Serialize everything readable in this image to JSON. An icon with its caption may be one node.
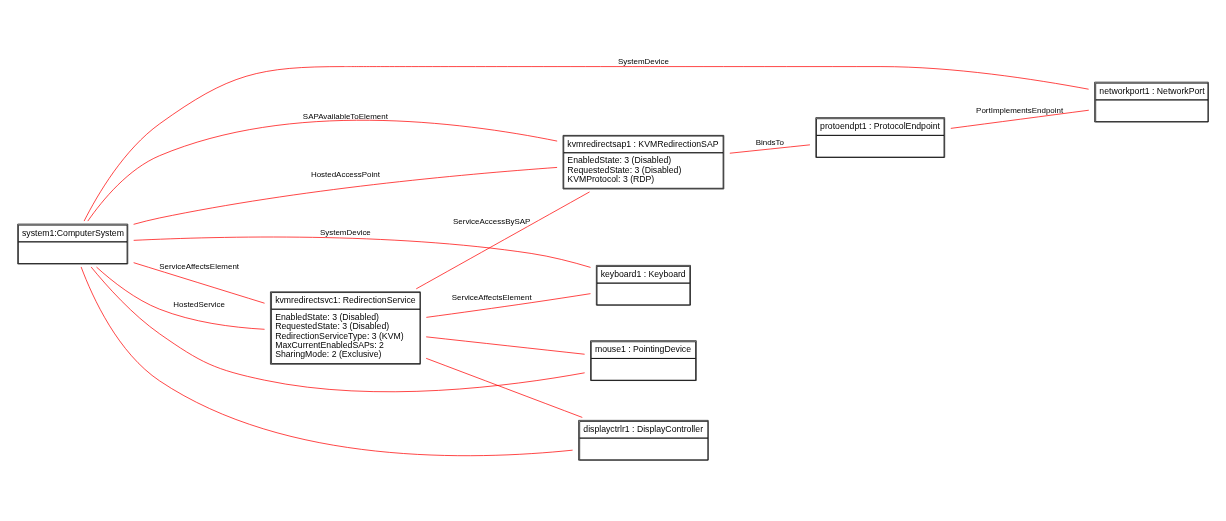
{
  "diagram": {
    "nodes": [
      {
        "text": [
          "system1:ComputerSystem"
        ]
      },
      {
        "text": [
          "kvmredirectsvc1: RedirectionService",
          "EnabledState: 3 (Disabled)",
          "RequestedState: 3 (Disabled)",
          "RedirectionServiceType: 3 (KVM)",
          "MaxCurrentEnabledSAPs: 2",
          "SharingMode: 2 (Exclusive)"
        ]
      },
      {
        "text": [
          "kvmredirectsap1 : KVMRedirectionSAP",
          "EnabledState: 3 (Disabled)",
          "RequestedState: 3 (Disabled)",
          "KVMProtocol: 3 (RDP)"
        ]
      },
      {
        "text": [
          "keyboard1 : Keyboard"
        ]
      },
      {
        "text": [
          "mouse1 : PointingDevice"
        ]
      },
      {
        "text": [
          "displayctrlr1 : DisplayController"
        ]
      },
      {
        "text": [
          "protoendpt1 : ProtocolEndpoint"
        ]
      },
      {
        "text": [
          "networkport1 : NetworkPort"
        ]
      }
    ],
    "edges": [
      {
        "from": 0,
        "to": 3,
        "arrow": "none",
        "label": "SystemDevice"
      },
      {
        "from": 0,
        "to": 4,
        "arrow": "none"
      },
      {
        "from": 0,
        "to": 5,
        "arrow": "none"
      },
      {
        "from": 0,
        "to": 1,
        "arrow": "none",
        "label": "ServiceAffectsElement"
      },
      {
        "from": 1,
        "to": 3,
        "arrow": "none",
        "label": "ServiceAffectsElement"
      },
      {
        "from": 1,
        "to": 4,
        "arrow": "none"
      },
      {
        "from": 1,
        "to": 5,
        "arrow": "none"
      },
      {
        "from": 0,
        "to": 1,
        "arrow": "none",
        "label": "HostedService"
      },
      {
        "from": 1,
        "to": 2,
        "arrow": "none",
        "label": "ServiceAccessBySAP"
      },
      {
        "from": 0,
        "to": 2,
        "arrow": "none",
        "label": "SAPAvailableToElement"
      },
      {
        "from": 0,
        "to": 2,
        "arrow": "none",
        "label": "HostedAccessPoint"
      },
      {
        "from": 2,
        "to": 6,
        "arrow": "none",
        "label": "BindsTo"
      },
      {
        "from": 6,
        "to": 7,
        "arrow": "none",
        "label": "PortImplementsEndpoint"
      },
      {
        "from": 0,
        "to": 7,
        "arrow": "none",
        "label": "SystemDevice"
      }
    ]
  }
}
